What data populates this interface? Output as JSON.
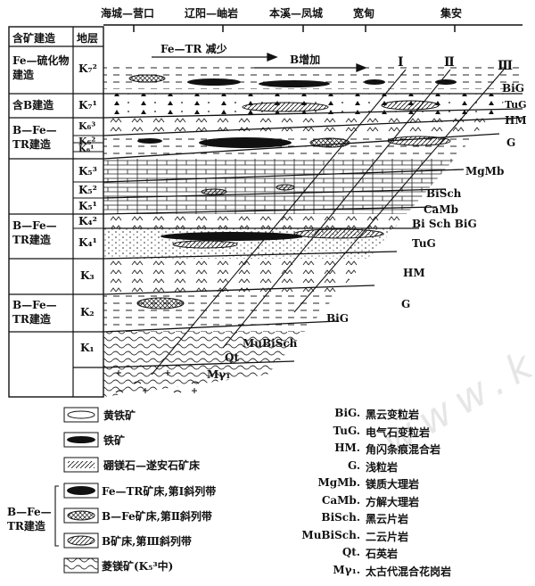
{
  "locations": [
    "海城—营口",
    "辽阳—岫岩",
    "本溪—凤城",
    "宽甸",
    "集安"
  ],
  "headers": {
    "formation": "含矿建造",
    "stratum": "地层"
  },
  "formations": {
    "f1": "Fe—硫化物建造",
    "f2": "含B建造",
    "f3": "B—Fe—TR建造",
    "f4": "B—Fe—TR建造",
    "f5": "B—Fe—TR建造"
  },
  "layers": {
    "k7_2": "K₇²",
    "k7_1": "K₇¹",
    "k6_3": "K₆³",
    "k6_2": "K₆²",
    "k6_1": "K₆¹",
    "k5_3": "K₅³",
    "k5_2": "K₅²",
    "k5_1": "K₅¹",
    "k4_2": "K₄²",
    "k4_1": "K₄¹",
    "k3": "K₃",
    "k2": "K₂",
    "k1": "K₁"
  },
  "trend": {
    "fe": "Fe—TR 减少",
    "b": "B增加"
  },
  "belts": [
    "Ⅰ",
    "Ⅱ",
    "Ⅲ"
  ],
  "rock_labels": {
    "r1": "BiG",
    "r2": "TuG",
    "r3": "HM",
    "r4": "G",
    "r5": "MgMb",
    "r6": "BiSch",
    "r7": "CaMb",
    "r8": "Bi Sch BiG",
    "r9": "TuG",
    "r10": "HM",
    "r11": "G",
    "r12": "BiG",
    "r13": "MuBiSch",
    "r14": "Qt",
    "r15": "Mγ₁"
  },
  "legend_left": {
    "l1": "黄铁矿",
    "l2": "铁矿",
    "l3": "硼镁石—遂安石矿床",
    "l4": "Fe—TR矿床,第Ⅰ斜列带",
    "l5": "B—Fe矿床,第Ⅱ斜列带",
    "l6": "B矿床,第Ⅲ斜列带",
    "l7": "菱镁矿(K₅³中)",
    "group": "B—Fe—TR建造"
  },
  "legend_right": [
    {
      "abbr": "BiG.",
      "desc": "黑云变粒岩"
    },
    {
      "abbr": "TuG.",
      "desc": "电气石变粒岩"
    },
    {
      "abbr": "HM.",
      "desc": "角闪条痕混合岩"
    },
    {
      "abbr": "G.",
      "desc": "浅粒岩"
    },
    {
      "abbr": "MgMb.",
      "desc": "镁质大理岩"
    },
    {
      "abbr": "CaMb.",
      "desc": "方解大理岩"
    },
    {
      "abbr": "BiSch.",
      "desc": "黑云片岩"
    },
    {
      "abbr": "MuBiSch.",
      "desc": "二云片岩"
    },
    {
      "abbr": "Qt.",
      "desc": "石英岩"
    },
    {
      "abbr": "Mγ₁.",
      "desc": "太古代混合花岗岩"
    }
  ],
  "watermark": "www.k"
}
